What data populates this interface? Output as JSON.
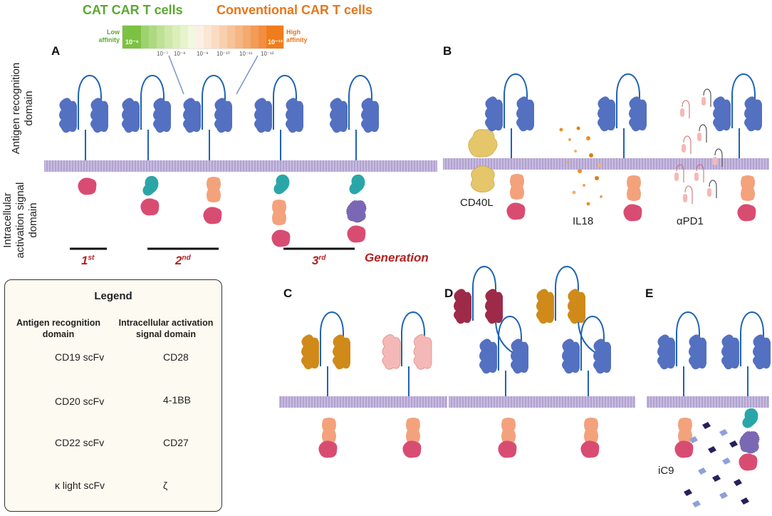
{
  "affinity": {
    "cat_title": "CAT CAR T cells",
    "conv_title": "Conventional CAR T cells",
    "low_line1": "Low",
    "low_line2": "affinity",
    "high_line1": "High",
    "high_line2": "affinity",
    "scale_start": "10⁻⁶",
    "scale_end": "10⁻¹³",
    "ticks": [
      "10⁻⁷",
      "10⁻⁸",
      "10⁻⁹",
      "10⁻¹⁰",
      "10⁻¹¹",
      "10⁻¹²"
    ],
    "colors": {
      "low": "#7cc242",
      "high": "#f07d1c"
    }
  },
  "panels": {
    "a": "A",
    "b": "B",
    "c": "C",
    "d": "D",
    "e": "E"
  },
  "side_labels": {
    "antigen_line1": "Antigen recognition",
    "antigen_line2": "domain",
    "intra_line1": "Intracellular",
    "intra_line2": "activation signal",
    "intra_line3": "domain"
  },
  "generations": {
    "first_base": "1",
    "first_sup": "st",
    "second_base": "2",
    "second_sup": "nd",
    "third_base": "3",
    "third_sup": "rd",
    "label": "Generation"
  },
  "panel_b_labels": {
    "cd40l": "CD40L",
    "il18": "IL18",
    "apd1": "αPD1"
  },
  "panel_e_labels": {
    "ic9": "iC9"
  },
  "legend": {
    "title": "Legend",
    "col1_head_line1": "Antigen recognition",
    "col1_head_line2": "domain",
    "col2_head_line1": "Intracellular activation",
    "col2_head_line2": "signal domain",
    "scfv_items": [
      "CD19 scFv",
      "CD20 scFv",
      "CD22 scFv",
      "κ light scFv"
    ],
    "signal_items": [
      "CD28",
      "4-1BB",
      "CD27",
      "ζ"
    ]
  },
  "colors": {
    "cd19": "#5470c0",
    "cd20": "#9e2a4a",
    "cd22": "#cf8a1a",
    "kappa": "#f4b9b6",
    "cd28": "#2ba6a8",
    "bb41": "#f3a27c",
    "cd27": "#7b68b5",
    "zeta": "#d94c72",
    "membrane": "#b9a8d6",
    "gen_red": "#b22222"
  }
}
